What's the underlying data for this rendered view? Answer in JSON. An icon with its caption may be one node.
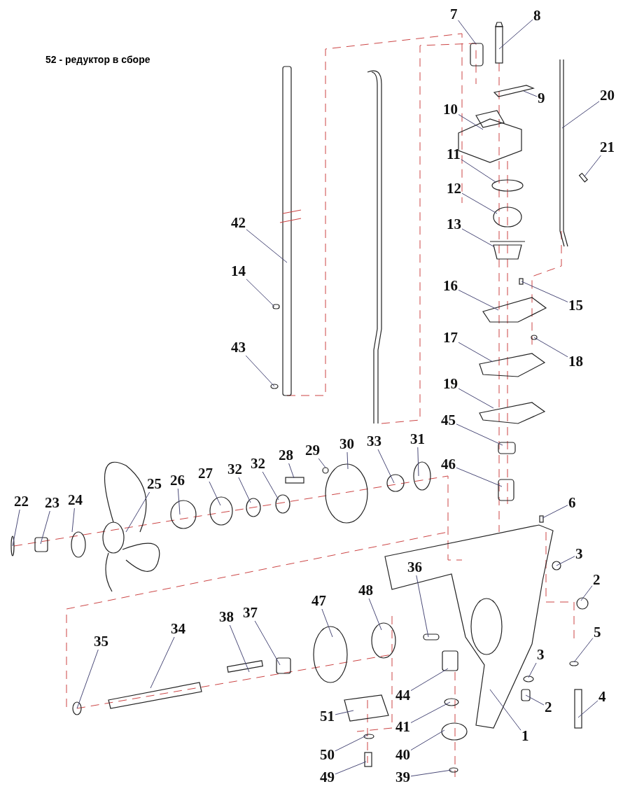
{
  "diagram": {
    "title": "52 - редуктор в сборе",
    "nodes": [
      {
        "text": [
          "7"
        ]
      },
      {
        "text": [
          "8"
        ]
      },
      {
        "text": [
          "20"
        ]
      },
      {
        "text": [
          "9"
        ]
      },
      {
        "text": [
          "10"
        ]
      },
      {
        "text": [
          "21"
        ]
      },
      {
        "text": [
          "11"
        ]
      },
      {
        "text": [
          "12"
        ]
      },
      {
        "text": [
          "42"
        ]
      },
      {
        "text": [
          "13"
        ]
      },
      {
        "text": [
          "14"
        ]
      },
      {
        "text": [
          "16"
        ]
      },
      {
        "text": [
          "15"
        ]
      },
      {
        "text": [
          "17"
        ]
      },
      {
        "text": [
          "43"
        ]
      },
      {
        "text": [
          "18"
        ]
      },
      {
        "text": [
          "19"
        ]
      },
      {
        "text": [
          "45"
        ]
      },
      {
        "text": [
          "31"
        ]
      },
      {
        "text": [
          "33"
        ]
      },
      {
        "text": [
          "30"
        ]
      },
      {
        "text": [
          "29"
        ]
      },
      {
        "text": [
          "28"
        ]
      },
      {
        "text": [
          "32"
        ]
      },
      {
        "text": [
          "32"
        ]
      },
      {
        "text": [
          "27"
        ]
      },
      {
        "text": [
          "26"
        ]
      },
      {
        "text": [
          "25"
        ]
      },
      {
        "text": [
          "46"
        ]
      },
      {
        "text": [
          "24"
        ]
      },
      {
        "text": [
          "23"
        ]
      },
      {
        "text": [
          "22"
        ]
      },
      {
        "text": [
          "6"
        ]
      },
      {
        "text": [
          "3"
        ]
      },
      {
        "text": [
          "2"
        ]
      },
      {
        "text": [
          "36"
        ]
      },
      {
        "text": [
          "48"
        ]
      },
      {
        "text": [
          "47"
        ]
      },
      {
        "text": [
          "37"
        ]
      },
      {
        "text": [
          "38"
        ]
      },
      {
        "text": [
          "34"
        ]
      },
      {
        "text": [
          "35"
        ]
      },
      {
        "text": [
          "5"
        ]
      },
      {
        "text": [
          "3"
        ]
      },
      {
        "text": [
          "2"
        ]
      },
      {
        "text": [
          "4"
        ]
      },
      {
        "text": [
          "44"
        ]
      },
      {
        "text": [
          "51"
        ]
      },
      {
        "text": [
          "41"
        ]
      },
      {
        "text": [
          "1"
        ]
      },
      {
        "text": [
          "50"
        ]
      },
      {
        "text": [
          "40"
        ]
      },
      {
        "text": [
          "49"
        ]
      },
      {
        "text": [
          "39"
        ]
      }
    ],
    "edges": [
      {
        "from": 0,
        "to": null,
        "arrow": "none"
      },
      {
        "from": 1,
        "to": null,
        "arrow": "none"
      },
      {
        "from": 2,
        "to": null,
        "arrow": "none"
      },
      {
        "from": 3,
        "to": null,
        "arrow": "none"
      },
      {
        "from": 4,
        "to": null,
        "arrow": "none"
      },
      {
        "from": 5,
        "to": null,
        "arrow": "none"
      },
      {
        "from": 6,
        "to": null,
        "arrow": "none"
      },
      {
        "from": 7,
        "to": null,
        "arrow": "none"
      },
      {
        "from": 8,
        "to": null,
        "arrow": "none"
      },
      {
        "from": 9,
        "to": null,
        "arrow": "none"
      },
      {
        "from": 10,
        "to": null,
        "arrow": "none"
      },
      {
        "from": 11,
        "to": null,
        "arrow": "none"
      },
      {
        "from": 12,
        "to": null,
        "arrow": "none"
      },
      {
        "from": 13,
        "to": null,
        "arrow": "none"
      },
      {
        "from": 14,
        "to": null,
        "arrow": "none"
      },
      {
        "from": 15,
        "to": null,
        "arrow": "none"
      },
      {
        "from": 16,
        "to": null,
        "arrow": "none"
      },
      {
        "from": 17,
        "to": null,
        "arrow": "none"
      },
      {
        "from": 18,
        "to": null,
        "arrow": "none"
      },
      {
        "from": 19,
        "to": null,
        "arrow": "none"
      },
      {
        "from": 20,
        "to": null,
        "arrow": "none"
      },
      {
        "from": 21,
        "to": null,
        "arrow": "none"
      },
      {
        "from": 22,
        "to": null,
        "arrow": "none"
      },
      {
        "from": 23,
        "to": null,
        "arrow": "none"
      },
      {
        "from": 24,
        "to": null,
        "arrow": "none"
      },
      {
        "from": 25,
        "to": null,
        "arrow": "none"
      },
      {
        "from": 26,
        "to": null,
        "arrow": "none"
      },
      {
        "from": 27,
        "to": null,
        "arrow": "none"
      },
      {
        "from": 28,
        "to": null,
        "arrow": "none"
      },
      {
        "from": 29,
        "to": null,
        "arrow": "none"
      },
      {
        "from": 30,
        "to": null,
        "arrow": "none"
      },
      {
        "from": 31,
        "to": null,
        "arrow": "none"
      },
      {
        "from": 32,
        "to": null,
        "arrow": "none"
      },
      {
        "from": 33,
        "to": null,
        "arrow": "none"
      },
      {
        "from": 34,
        "to": null,
        "arrow": "none"
      },
      {
        "from": 35,
        "to": null,
        "arrow": "none"
      },
      {
        "from": 36,
        "to": null,
        "arrow": "none"
      },
      {
        "from": 37,
        "to": null,
        "arrow": "none"
      },
      {
        "from": 38,
        "to": null,
        "arrow": "none"
      },
      {
        "from": 39,
        "to": null,
        "arrow": "none"
      },
      {
        "from": 40,
        "to": null,
        "arrow": "none"
      },
      {
        "from": 41,
        "to": null,
        "arrow": "none"
      },
      {
        "from": 42,
        "to": null,
        "arrow": "none"
      },
      {
        "from": 43,
        "to": null,
        "arrow": "none"
      },
      {
        "from": 44,
        "to": null,
        "arrow": "none"
      },
      {
        "from": 45,
        "to": null,
        "arrow": "none"
      },
      {
        "from": 46,
        "to": null,
        "arrow": "none"
      },
      {
        "from": 47,
        "to": null,
        "arrow": "none"
      },
      {
        "from": 48,
        "to": null,
        "arrow": "none"
      },
      {
        "from": 49,
        "to": null,
        "arrow": "none"
      },
      {
        "from": 50,
        "to": null,
        "arrow": "none"
      },
      {
        "from": 51,
        "to": null,
        "arrow": "none"
      },
      {
        "from": 52,
        "to": null,
        "arrow": "none"
      },
      {
        "from": 53,
        "to": null,
        "arrow": "none"
      }
    ]
  }
}
